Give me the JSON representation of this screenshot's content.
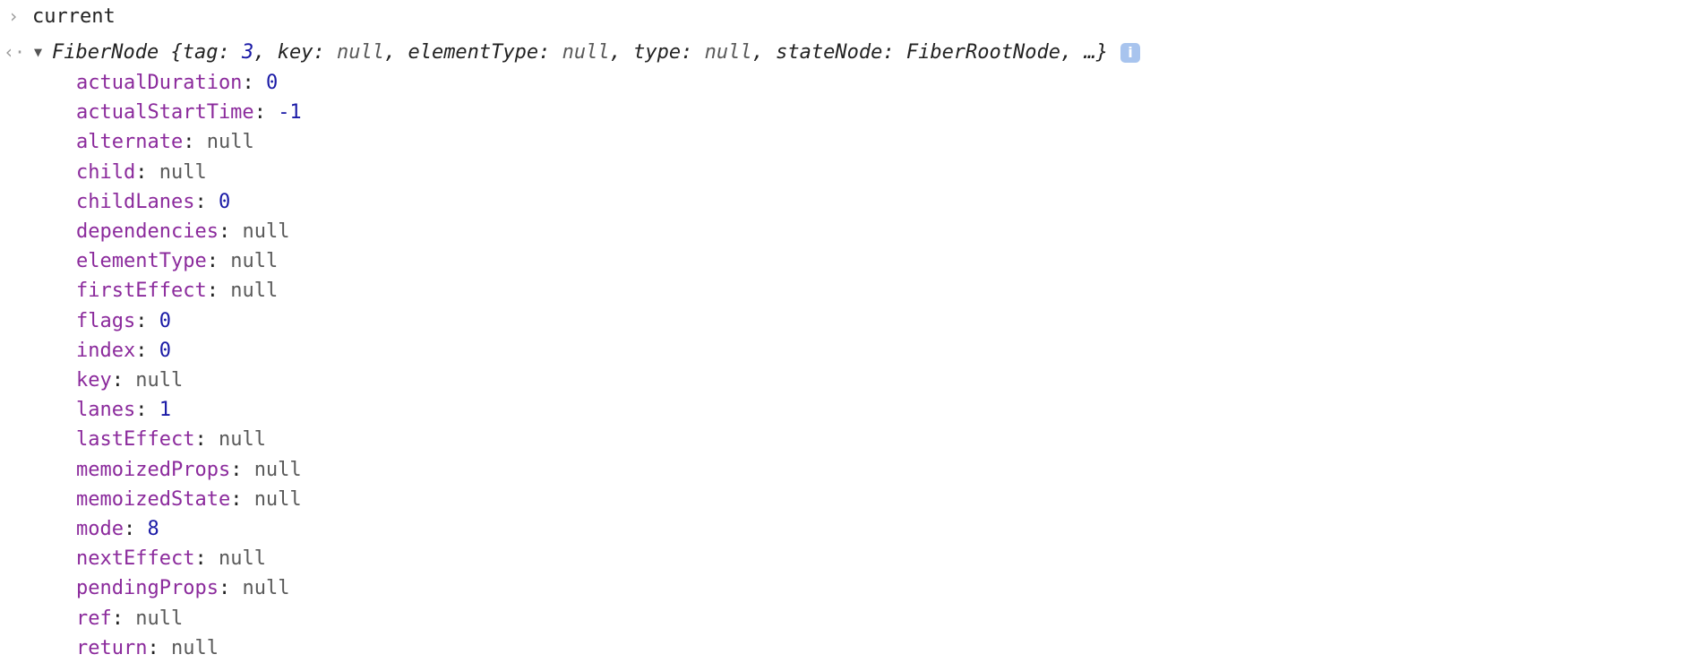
{
  "console": {
    "input": {
      "prompt_glyph": "›",
      "text": "current"
    },
    "result": {
      "return_glyph": "‹·",
      "expand_glyph": "▼",
      "class_name": "FiberNode",
      "summary_open": " {",
      "summary": [
        {
          "key": "tag",
          "value": "3",
          "kind": "number"
        },
        {
          "key": "key",
          "value": "null",
          "kind": "null"
        },
        {
          "key": "elementType",
          "value": "null",
          "kind": "null"
        },
        {
          "key": "type",
          "value": "null",
          "kind": "null"
        },
        {
          "key": "stateNode",
          "value": "FiberRootNode",
          "kind": "object"
        }
      ],
      "summary_close": ", …}",
      "info_glyph": "i",
      "properties": [
        {
          "key": "actualDuration",
          "value": "0",
          "kind": "number"
        },
        {
          "key": "actualStartTime",
          "value": "-1",
          "kind": "number"
        },
        {
          "key": "alternate",
          "value": "null",
          "kind": "null"
        },
        {
          "key": "child",
          "value": "null",
          "kind": "null"
        },
        {
          "key": "childLanes",
          "value": "0",
          "kind": "number"
        },
        {
          "key": "dependencies",
          "value": "null",
          "kind": "null"
        },
        {
          "key": "elementType",
          "value": "null",
          "kind": "null"
        },
        {
          "key": "firstEffect",
          "value": "null",
          "kind": "null"
        },
        {
          "key": "flags",
          "value": "0",
          "kind": "number"
        },
        {
          "key": "index",
          "value": "0",
          "kind": "number"
        },
        {
          "key": "key",
          "value": "null",
          "kind": "null"
        },
        {
          "key": "lanes",
          "value": "1",
          "kind": "number"
        },
        {
          "key": "lastEffect",
          "value": "null",
          "kind": "null"
        },
        {
          "key": "memoizedProps",
          "value": "null",
          "kind": "null"
        },
        {
          "key": "memoizedState",
          "value": "null",
          "kind": "null"
        },
        {
          "key": "mode",
          "value": "8",
          "kind": "number"
        },
        {
          "key": "nextEffect",
          "value": "null",
          "kind": "null"
        },
        {
          "key": "pendingProps",
          "value": "null",
          "kind": "null"
        },
        {
          "key": "ref",
          "value": "null",
          "kind": "null"
        },
        {
          "key": "return",
          "value": "null",
          "kind": "null"
        }
      ]
    }
  }
}
